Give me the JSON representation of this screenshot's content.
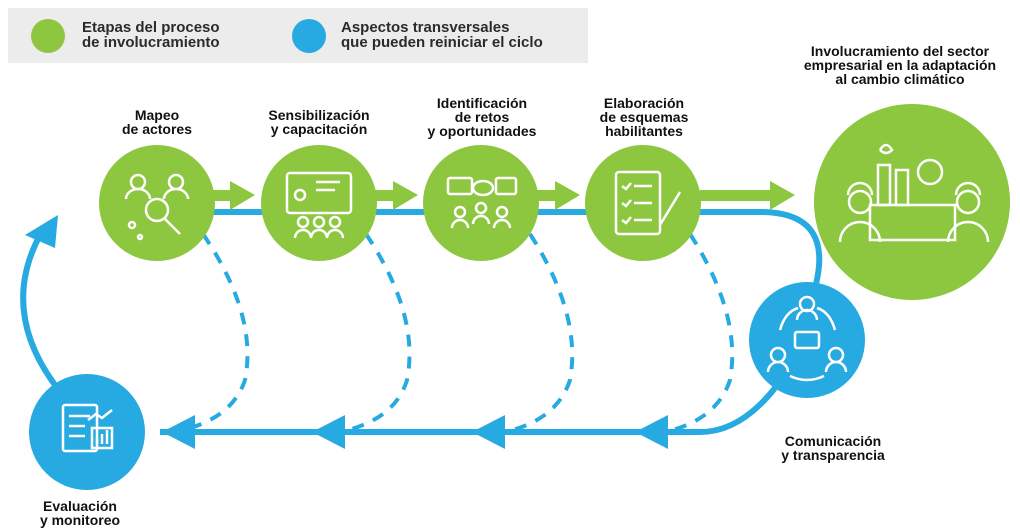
{
  "legend": {
    "stages": {
      "line1": "Etapas del proceso",
      "line2": "de involucramiento",
      "color": "#8dc63f"
    },
    "transversal": {
      "line1": "Aspectos transversales",
      "line2": "que pueden reiniciar el ciclo",
      "color": "#27aae1"
    }
  },
  "stages": [
    {
      "line1": "Mapeo",
      "line2": "de actores",
      "icon": "people-search-icon"
    },
    {
      "line1": "Sensibilización",
      "line2": "y capacitación",
      "icon": "presentation-icon"
    },
    {
      "line1": "Identificación",
      "line2": "de retos",
      "line3": "y oportunidades",
      "icon": "discussion-icon"
    },
    {
      "line1": "Elaboración",
      "line2": "de esquemas",
      "line3": "habilitantes",
      "icon": "checklist-icon"
    }
  ],
  "goal": {
    "line1": "Involucramiento del sector",
    "line2": "empresarial en la adaptación",
    "line3": "al cambio climático",
    "icon": "industry-workers-icon"
  },
  "communication": {
    "line1": "Comunicación",
    "line2": "y transparencia",
    "icon": "communication-cycle-icon"
  },
  "evaluation": {
    "line1": "Evaluación",
    "line2": "y monitoreo",
    "icon": "report-chart-icon"
  }
}
